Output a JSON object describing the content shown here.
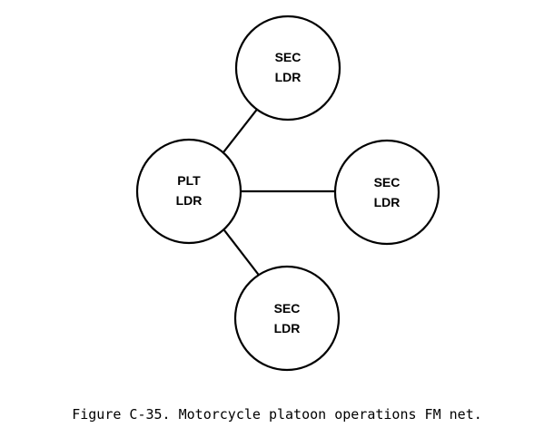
{
  "diagram": {
    "nodes": {
      "plt": {
        "line1": "PLT",
        "line2": "LDR"
      },
      "sec_top": {
        "line1": "SEC",
        "line2": "LDR"
      },
      "sec_right": {
        "line1": "SEC",
        "line2": "LDR"
      },
      "sec_bottom": {
        "line1": "SEC",
        "line2": "LDR"
      }
    },
    "links": [
      {
        "from": "plt",
        "to": "sec_top"
      },
      {
        "from": "plt",
        "to": "sec_right"
      },
      {
        "from": "plt",
        "to": "sec_bottom"
      }
    ]
  },
  "caption": "Figure C-35. Motorcycle platoon operations FM net."
}
